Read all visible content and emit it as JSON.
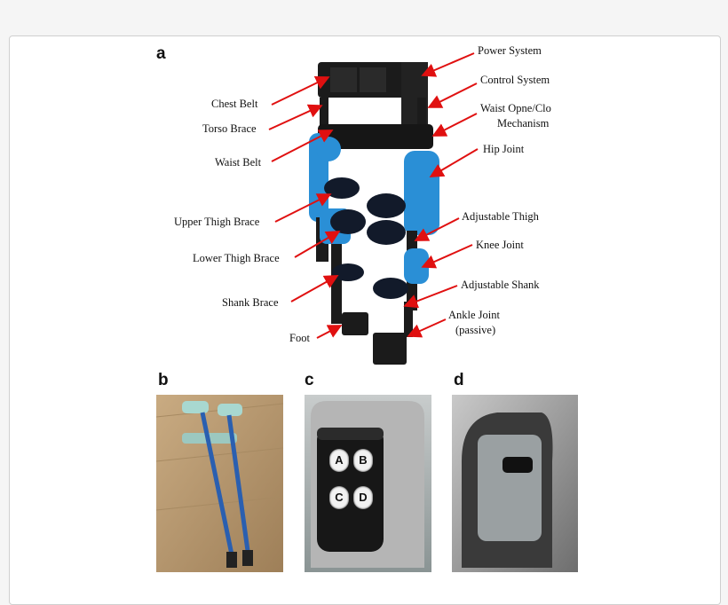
{
  "panels": {
    "a": "a",
    "b": "b",
    "c": "c",
    "d": "d"
  },
  "labels_left": {
    "chest_belt": "Chest Belt",
    "torso_brace": "Torso Brace",
    "waist_belt": "Waist Belt",
    "upper_thigh_brace": "Upper Thigh Brace",
    "lower_thigh_brace": "Lower Thigh Brace",
    "shank_brace": "Shank Brace",
    "foot": "Foot"
  },
  "labels_right": {
    "power_system": "Power System",
    "control_system": "Control System",
    "waist_mech_1": "Waist Opne/Clo",
    "waist_mech_2": "Mechanism",
    "hip_joint": "Hip Joint",
    "adjustable_thigh": "Adjustable Thigh",
    "knee_joint": "Knee Joint",
    "adjustable_shank": "Adjustable Shank",
    "ankle_joint_1": "Ankle Joint",
    "ankle_joint_2": "(passive)"
  },
  "remote_buttons": [
    "A",
    "B",
    "C",
    "D"
  ],
  "colors": {
    "arrow": "#e01010",
    "brace_blue": "#2a8fd6",
    "frame_black": "#1b1b1b",
    "crutch_blue": "#2a5fb0",
    "floor": "#b89a72"
  }
}
